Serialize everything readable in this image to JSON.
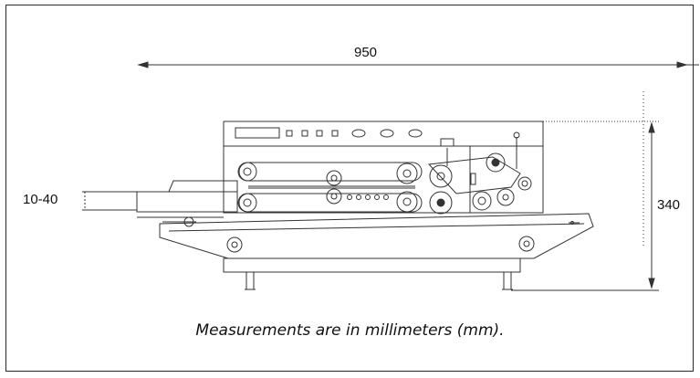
{
  "dimensions": {
    "width_label": "950",
    "height_label": "340",
    "gap_label": "10-40"
  },
  "caption": "Measurements are in millimeters (mm).",
  "colors": {
    "line": "#333333",
    "frame": "#2a2a2a",
    "background": "#ffffff"
  }
}
